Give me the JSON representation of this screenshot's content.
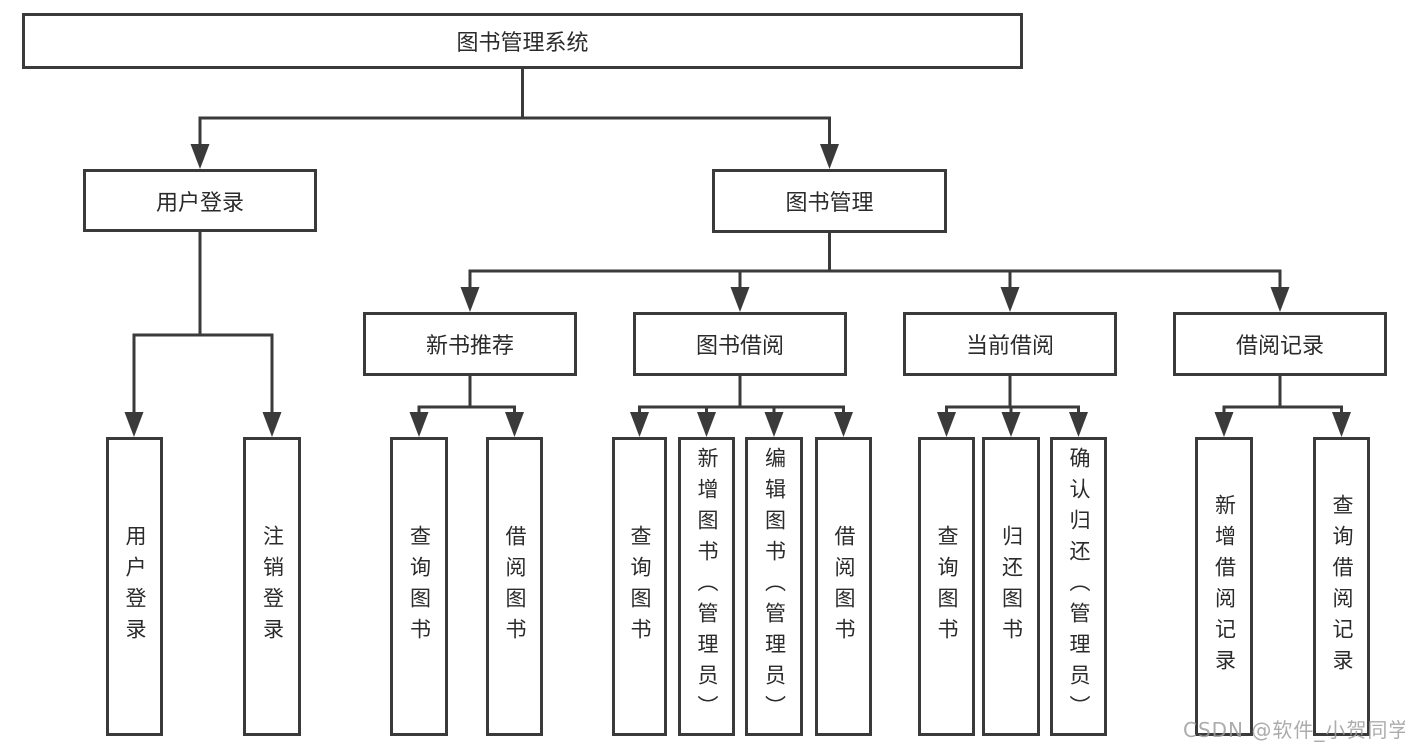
{
  "colors": {
    "line": "#3a3a3a",
    "box_border": "#3a3a3a",
    "text": "#2b2b2b",
    "background": "#ffffff",
    "watermark": "#9e9e9e"
  },
  "watermark": {
    "text": "CSDN @软件_小贺同学"
  },
  "tree": {
    "label": "图书管理系统",
    "children": [
      {
        "label": "用户登录",
        "children": [
          {
            "label": "用户登录"
          },
          {
            "label": "注销登录"
          }
        ]
      },
      {
        "label": "图书管理",
        "children": [
          {
            "label": "新书推荐",
            "children": [
              {
                "label": "查询图书"
              },
              {
                "label": "借阅图书"
              }
            ]
          },
          {
            "label": "图书借阅",
            "children": [
              {
                "label": "查询图书"
              },
              {
                "label": "新增图书（管理员）"
              },
              {
                "label": "编辑图书（管理员）"
              },
              {
                "label": "借阅图书"
              }
            ]
          },
          {
            "label": "当前借阅",
            "children": [
              {
                "label": "查询图书"
              },
              {
                "label": "归还图书"
              },
              {
                "label": "确认归还（管理员）"
              }
            ]
          },
          {
            "label": "借阅记录",
            "children": [
              {
                "label": "新增借阅记录"
              },
              {
                "label": "查询借阅记录"
              }
            ]
          }
        ]
      }
    ]
  }
}
